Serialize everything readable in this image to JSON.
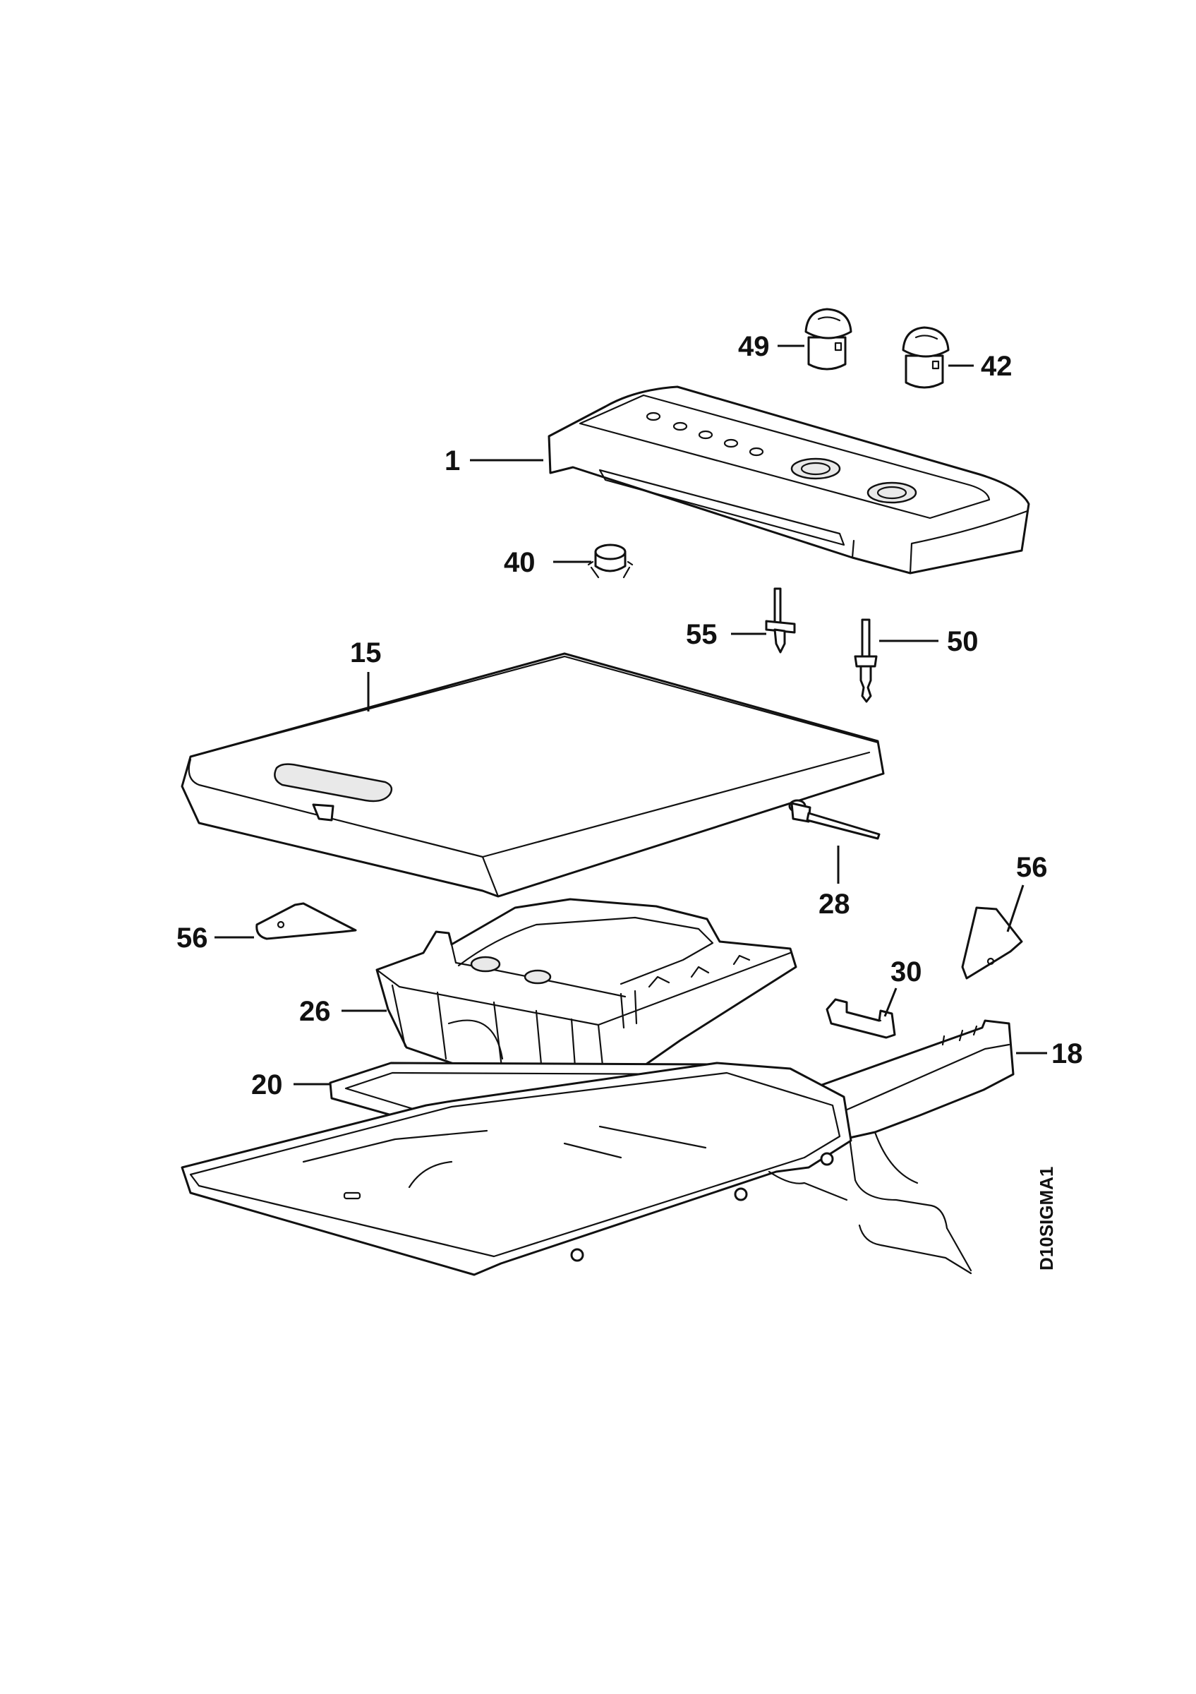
{
  "diagram": {
    "code": "D10SIGMA1",
    "callouts": {
      "c49": "49",
      "c42": "42",
      "c1": "1",
      "c40": "40",
      "c55": "55",
      "c50": "50",
      "c15": "15",
      "c28": "28",
      "c56a": "56",
      "c56b": "56",
      "c30": "30",
      "c26": "26",
      "c18": "18",
      "c20": "20"
    }
  }
}
